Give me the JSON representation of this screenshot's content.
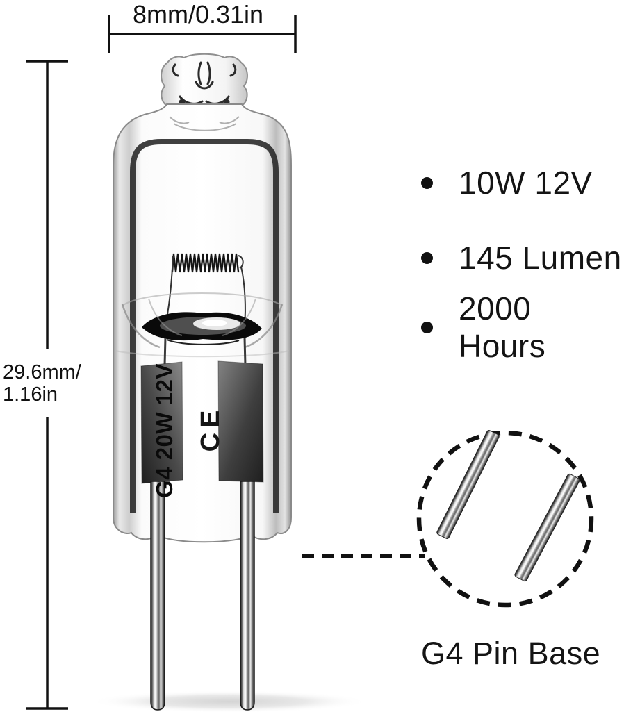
{
  "product": {
    "type_label": "G4 Pin Base",
    "print_label": "G4 20W 12V",
    "ce_mark": "CE"
  },
  "dimensions": {
    "diameter": "8mm/0.31in",
    "height_line1": "29.6mm/",
    "height_line2": "1.16in"
  },
  "specs": [
    {
      "label": "10W 12V"
    },
    {
      "label": "145 Lumen"
    },
    {
      "label": "2000 Hours"
    }
  ],
  "colors": {
    "text": "#141414",
    "line": "#111111",
    "background": "#ffffff",
    "label_plate": "#4a4a4a"
  }
}
